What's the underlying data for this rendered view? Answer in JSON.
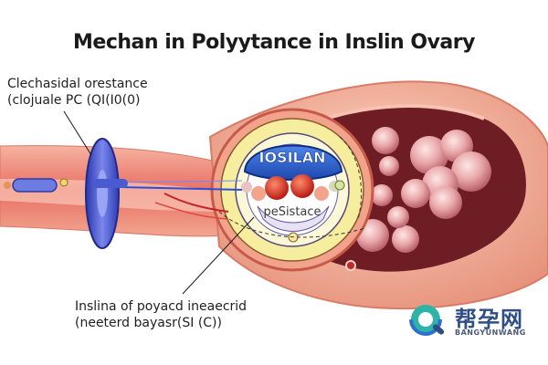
{
  "title": "Mechan in Polyytance  in Inslin Ovary",
  "labels": {
    "top_line1": "Clechasidal orestance",
    "top_line2": "(clojuale PC (QI(I0(0)",
    "bottom_line1": "Inslina of poyacd ineaecrid",
    "bottom_line2": "(neeterd bayasr(SI (C))"
  },
  "diagram_text": {
    "insulin_cap": "IOSILAN",
    "resistance_band": "peSistace"
  },
  "watermark": {
    "cn": "帮孕网",
    "en": "BANGYUNWANG",
    "icon": "magnifier-logo-icon"
  },
  "colors": {
    "flesh": "#f0a98e",
    "vessel": "#e46a66",
    "receptor_blue": "#3f4fc4",
    "insulin_blue": "#2b5fcf",
    "ring_yellow": "#f4eea2",
    "follicle_pink": "#e09a9a",
    "cavity_dark": "#6e1d24"
  }
}
